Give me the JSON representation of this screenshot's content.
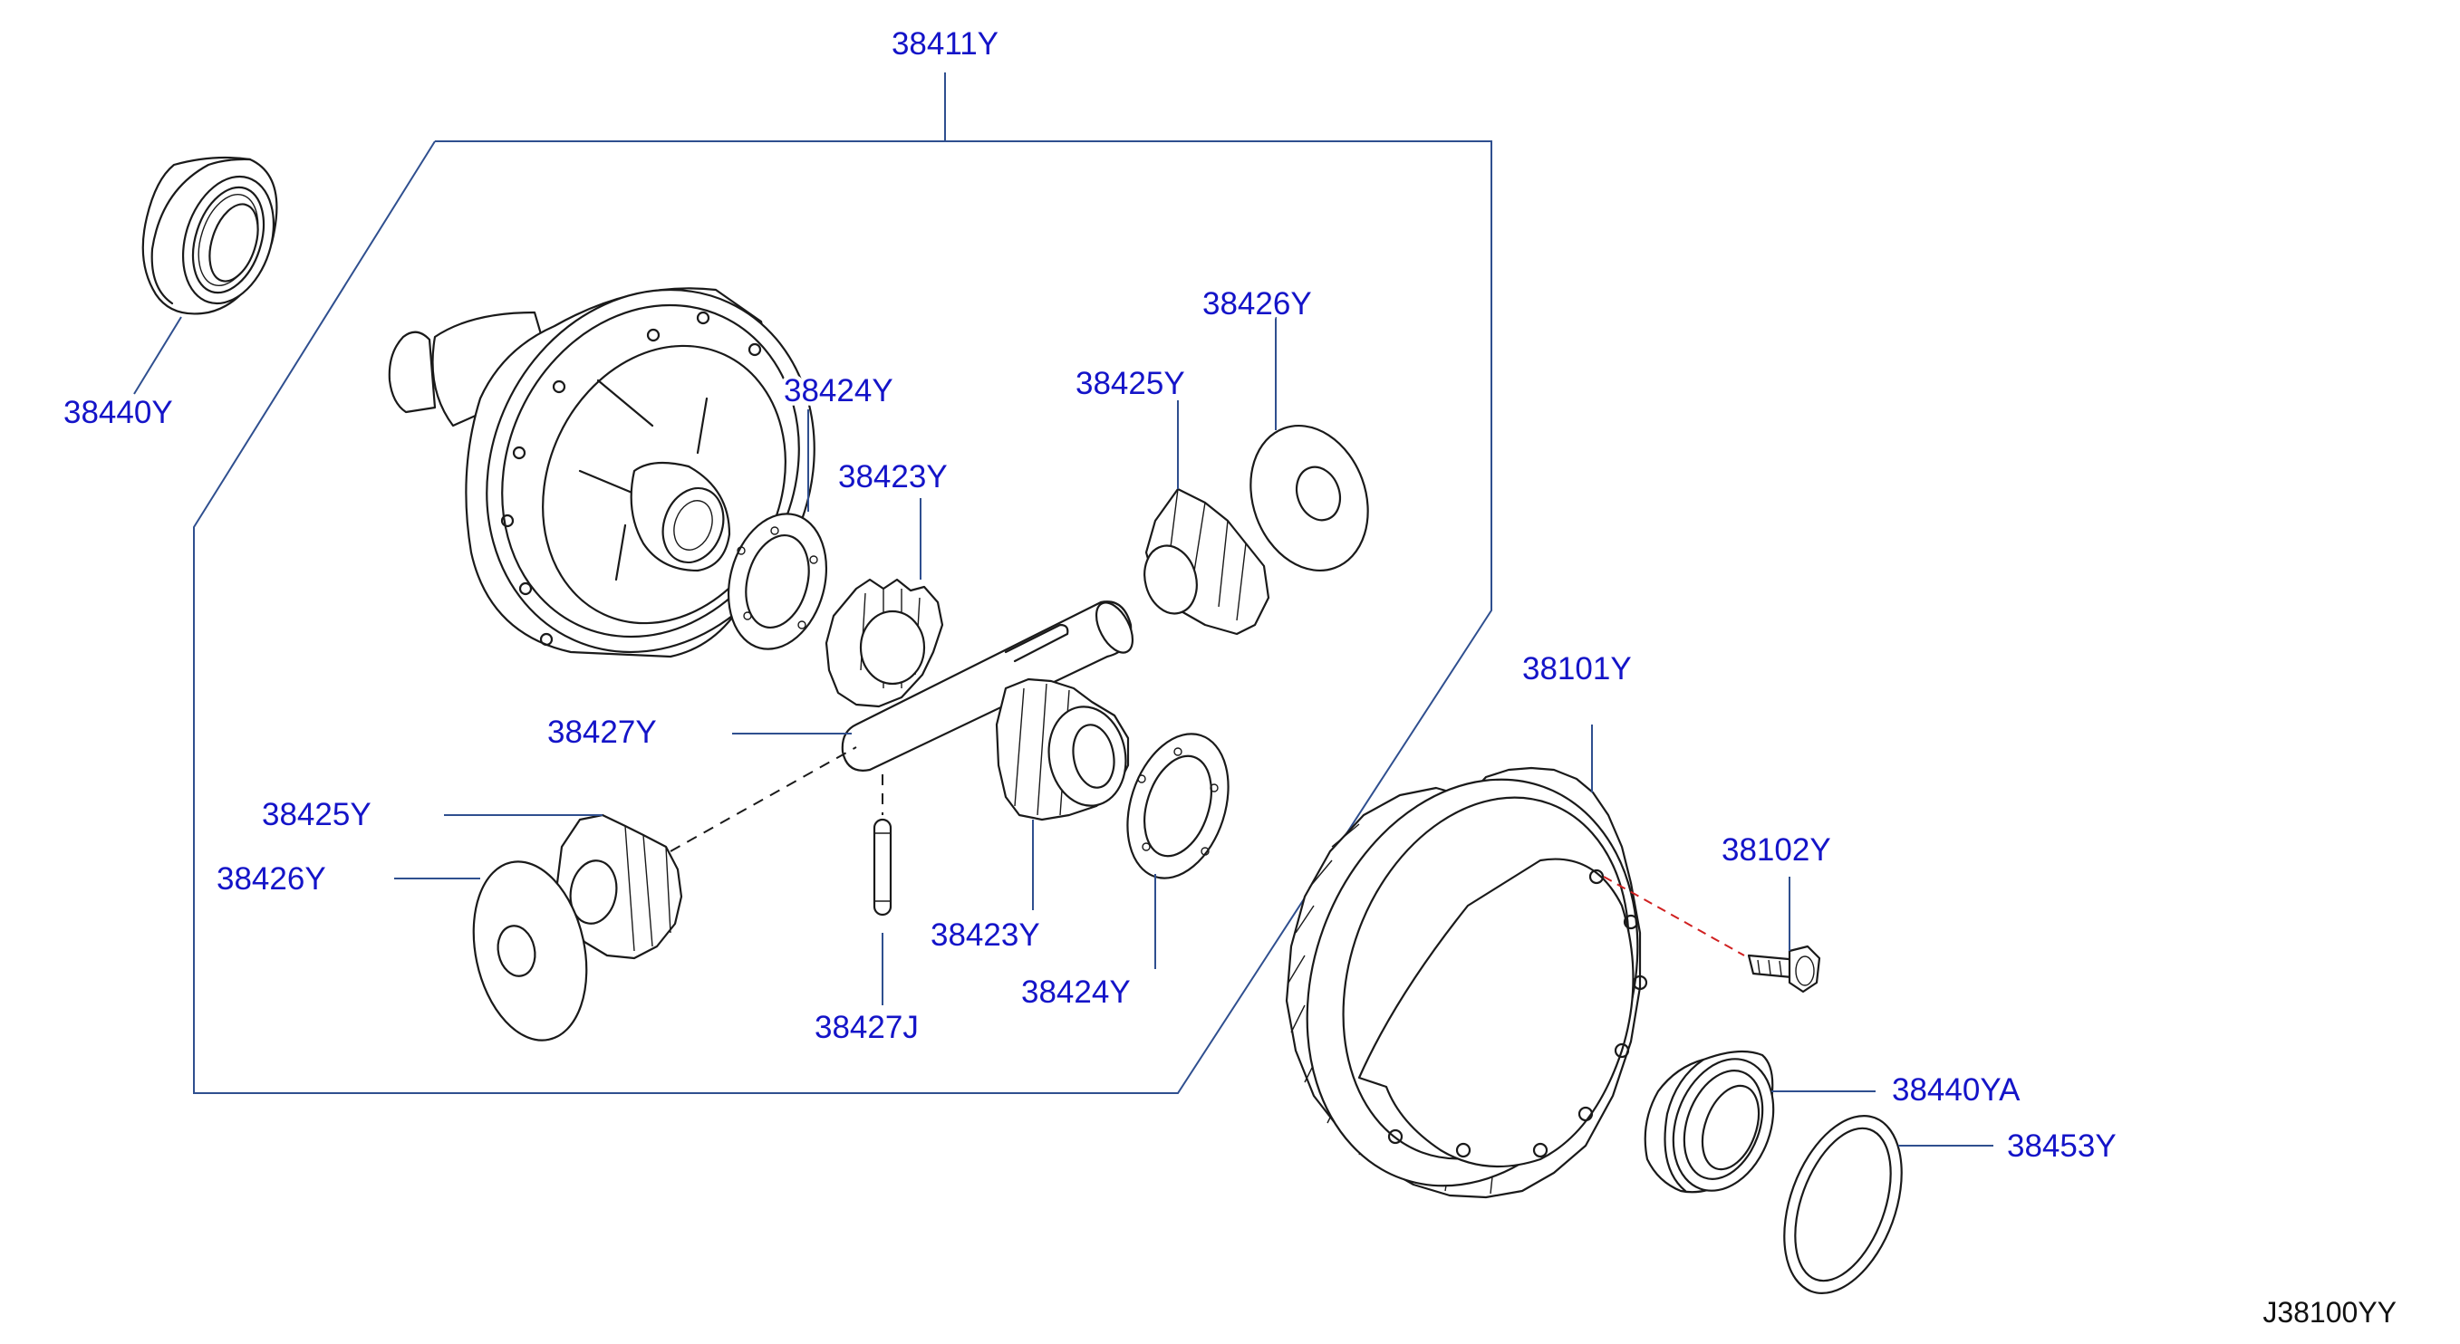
{
  "diagram_code": "J38100YY",
  "accent_colors": {
    "label": "#1414c8",
    "leader": "#2f4f8f",
    "guide": "#d02020",
    "line_art": "#1a1a1a"
  },
  "callouts": {
    "c38411Y": "38411Y",
    "c38440Y": "38440Y",
    "c38424Y_top": "38424Y",
    "c38423Y_top": "38423Y",
    "c38425Y_top": "38425Y",
    "c38426Y_top": "38426Y",
    "c38427Y": "38427Y",
    "c38425Y_bottom": "38425Y",
    "c38426Y_bottom": "38426Y",
    "c38423Y_bottom": "38423Y",
    "c38424Y_bottom": "38424Y",
    "c38427J": "38427J",
    "c38101Y": "38101Y",
    "c38102Y": "38102Y",
    "c38440YA": "38440YA",
    "c38453Y": "38453Y"
  }
}
